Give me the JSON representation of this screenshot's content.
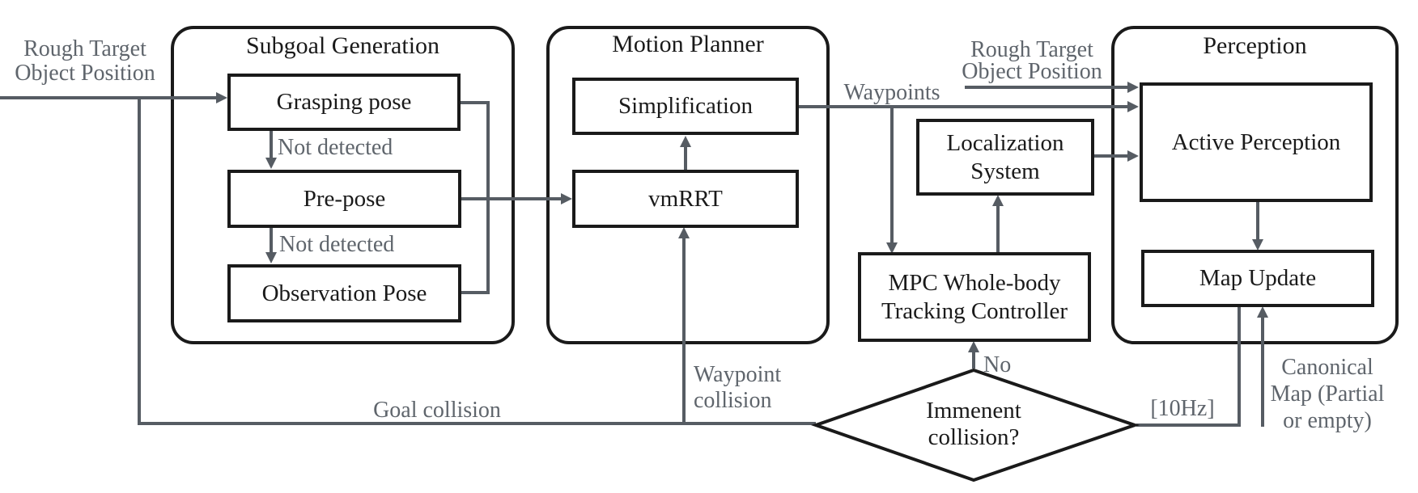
{
  "colors": {
    "background": "#ffffff",
    "line": "#565c63",
    "label": "#5f656c",
    "shape_border": "#1a1a1a",
    "text": "#1a1a1a"
  },
  "subgoal": {
    "title": "Subgoal Generation",
    "grasping_pose": "Grasping pose",
    "pre_pose": "Pre-pose",
    "observation_pose": "Observation Pose",
    "not_detected_1": "Not detected",
    "not_detected_2": "Not detected"
  },
  "motion_planner": {
    "title": "Motion Planner",
    "simplification": "Simplification",
    "vmrrt": "vmRRT"
  },
  "perception": {
    "title": "Perception",
    "active_perception": "Active Perception",
    "map_update": "Map Update"
  },
  "control": {
    "localization_system": "Localization\nSystem",
    "mpc_controller": "MPC Whole-body\nTracking Controller"
  },
  "decision": {
    "question": "Immenent\ncollision?",
    "no_label": "No"
  },
  "labels": {
    "rough_target_left": "Rough Target\nObject Position",
    "rough_target_right": "Rough Target\nObject Position",
    "waypoints": "Waypoints",
    "goal_collision": "Goal collision",
    "waypoint_collision": "Waypoint\ncollision",
    "rate": "[10Hz]",
    "canonical_map": "Canonical\nMap (Partial\nor empty)"
  }
}
